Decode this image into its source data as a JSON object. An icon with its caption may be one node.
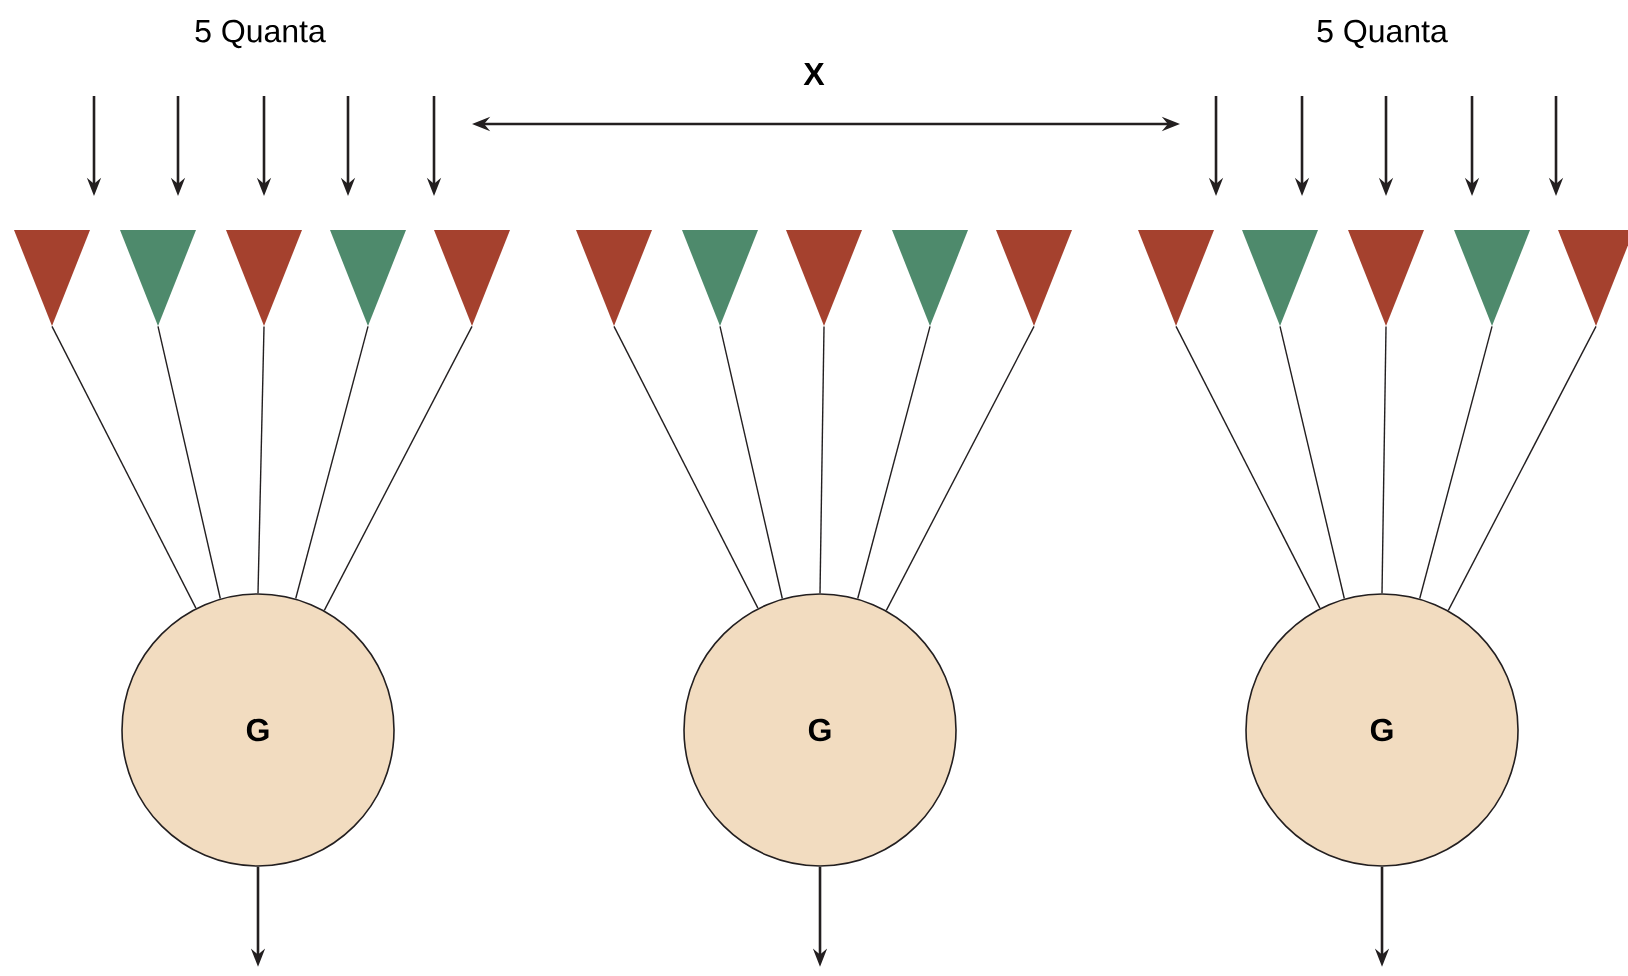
{
  "diagram": {
    "nodes": [
      {
        "text": [],
        "shape": "triangle"
      },
      {
        "text": [],
        "shape": "triangle"
      },
      {
        "text": [],
        "shape": "triangle"
      },
      {
        "text": [],
        "shape": "triangle"
      },
      {
        "text": [],
        "shape": "triangle"
      },
      {
        "text": [],
        "shape": "triangle"
      },
      {
        "text": [],
        "shape": "triangle"
      },
      {
        "text": [],
        "shape": "triangle"
      },
      {
        "text": [],
        "shape": "triangle"
      },
      {
        "text": [],
        "shape": "triangle"
      },
      {
        "text": [],
        "shape": "triangle"
      },
      {
        "text": [],
        "shape": "triangle"
      },
      {
        "text": [],
        "shape": "triangle"
      },
      {
        "text": [],
        "shape": "triangle"
      },
      {
        "text": [],
        "shape": "triangle"
      },
      {
        "text": [
          "G"
        ]
      },
      {
        "text": [
          "G"
        ]
      },
      {
        "text": [
          "G"
        ]
      }
    ],
    "edges": [
      {
        "from": 0,
        "to": 15,
        "arrow": "none"
      },
      {
        "from": 1,
        "to": 15,
        "arrow": "none"
      },
      {
        "from": 2,
        "to": 15,
        "arrow": "none"
      },
      {
        "from": 3,
        "to": 15,
        "arrow": "none"
      },
      {
        "from": 4,
        "to": 15,
        "arrow": "none"
      },
      {
        "from": 5,
        "to": 16,
        "arrow": "none"
      },
      {
        "from": 6,
        "to": 16,
        "arrow": "none"
      },
      {
        "from": 7,
        "to": 16,
        "arrow": "none"
      },
      {
        "from": 8,
        "to": 16,
        "arrow": "none"
      },
      {
        "from": 9,
        "to": 16,
        "arrow": "none"
      },
      {
        "from": 10,
        "to": 17,
        "arrow": "none"
      },
      {
        "from": 11,
        "to": 17,
        "arrow": "none"
      },
      {
        "from": 12,
        "to": 17,
        "arrow": "none"
      },
      {
        "from": 13,
        "to": 17,
        "arrow": "none"
      },
      {
        "from": 14,
        "to": 17,
        "arrow": "none"
      },
      {
        "from": 15,
        "to": null,
        "arrow": "to"
      },
      {
        "from": 16,
        "to": null,
        "arrow": "to"
      },
      {
        "from": 17,
        "to": null,
        "arrow": "to"
      }
    ],
    "labels": [
      "5 Quanta",
      "X",
      "5 Quanta"
    ]
  }
}
